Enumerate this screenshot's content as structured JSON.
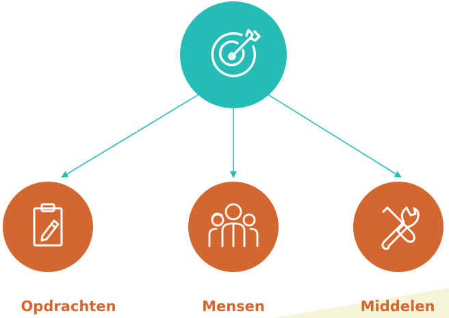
{
  "colors": {
    "top_circle": "#26bcb5",
    "bottom_circle": "#d2672f",
    "arrow": "#26bcb5",
    "icon_stroke": "#ffffff",
    "label_text": "#d2672f",
    "corner_accent": "#f4f4d8"
  },
  "top_node": {
    "icon": "target-arrow-icon"
  },
  "nodes": [
    {
      "label": "Opdrachten",
      "icon": "clipboard-pencil-icon"
    },
    {
      "label": "Mensen",
      "icon": "people-group-icon"
    },
    {
      "label": "Middelen",
      "icon": "screwdriver-wrench-icon"
    }
  ]
}
